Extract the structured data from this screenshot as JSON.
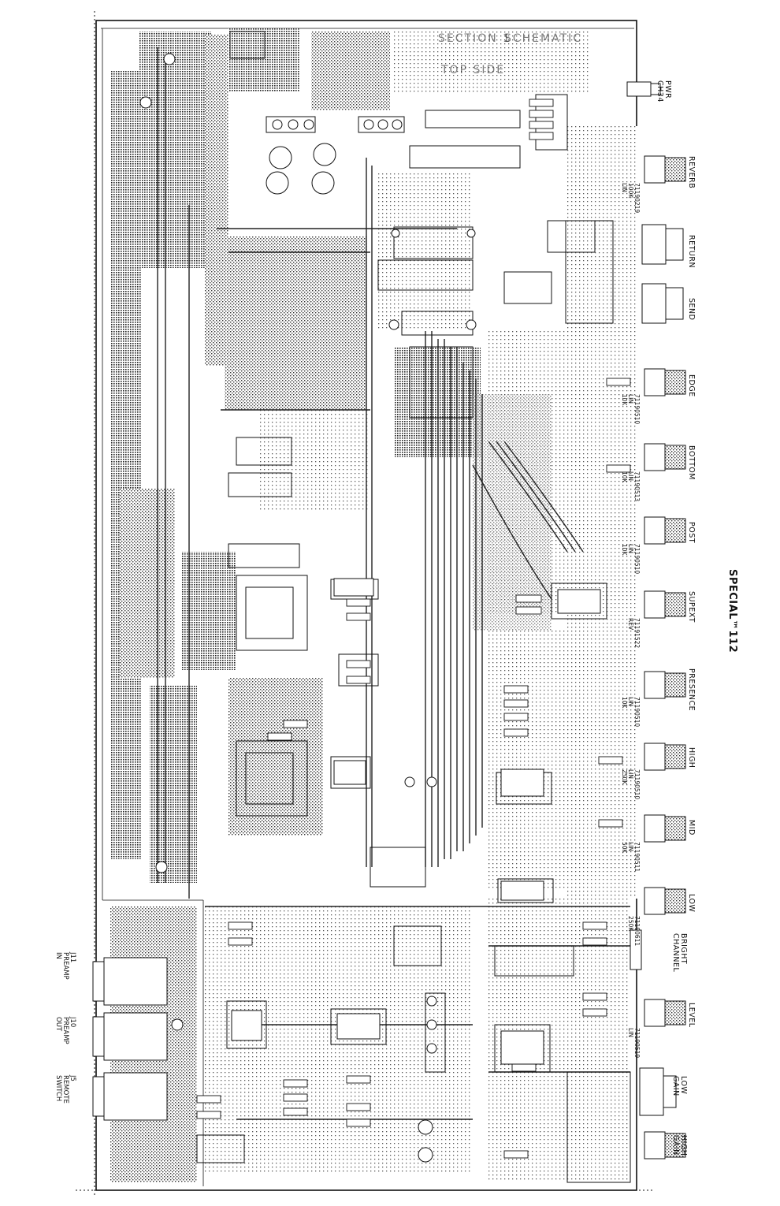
{
  "title": "SPECIAL™112",
  "board_marks": {
    "top_left": "SECTION 1",
    "top_mid": "SCHEMATIC",
    "top_right": "TOP SIDE"
  },
  "controls": [
    {
      "label": "PWR",
      "sub": "CH34"
    },
    {
      "label": "REVERB"
    },
    {
      "label": "RETURN"
    },
    {
      "label": "SEND"
    },
    {
      "label": "EDGE"
    },
    {
      "label": "BOTTOM"
    },
    {
      "label": "POST"
    },
    {
      "label": "SUPEXT"
    },
    {
      "label": "PRESENCE"
    },
    {
      "label": "HIGH"
    },
    {
      "label": "MID"
    },
    {
      "label": "LOW"
    },
    {
      "label": "BRIGHT",
      "sub": "CHANNEL"
    },
    {
      "label": "LEVEL"
    },
    {
      "label": "LOW",
      "sub": "GAIN"
    },
    {
      "label": "HIGH",
      "sub": "GAIN"
    }
  ],
  "pot_specs": [
    {
      "part": "71190219",
      "value": "100K",
      "taper": "LIN"
    },
    {
      "part": "71190510",
      "value": "10K",
      "taper": "LIN"
    },
    {
      "part": "71190513",
      "value": "10K",
      "taper": "LIN"
    },
    {
      "part": "71190510",
      "value": "10K",
      "taper": "LIN"
    },
    {
      "part": "71191522",
      "value": "REV",
      "taper": ""
    },
    {
      "part": "71190510",
      "value": "10K",
      "taper": "LIN"
    },
    {
      "part": "71190510",
      "value": "250K",
      "taper": "LIN"
    },
    {
      "part": "71190511",
      "value": "50K",
      "taper": "LIN"
    },
    {
      "part": "71190611",
      "value": "250K",
      "taper": ""
    },
    {
      "part": "71190519",
      "value": "",
      "taper": "LIN"
    }
  ],
  "jacks": [
    {
      "id": "J11",
      "label": "PREAMP",
      "sub": "IN"
    },
    {
      "id": "J10",
      "label": "PREAMP",
      "sub": "OUT"
    },
    {
      "id": "J5",
      "label": "REMOTE",
      "sub": "SWITCH"
    }
  ]
}
